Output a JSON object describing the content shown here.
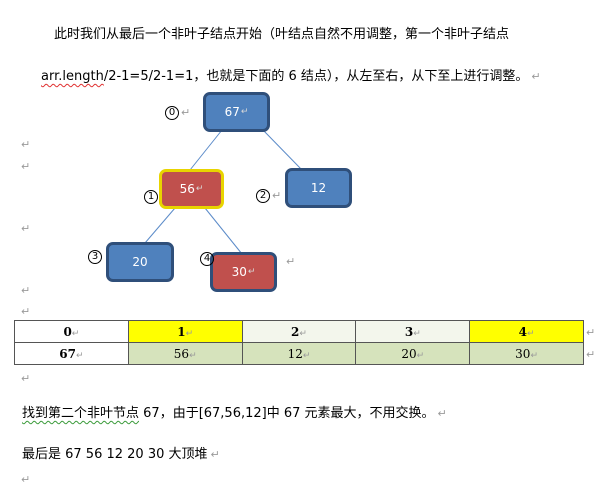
{
  "paragraphs": {
    "line1": "此时我们从最后一个非叶子结点开始（叶结点自然不用调整，第一个非叶子结点",
    "line2_a": "arr.length",
    "line2_b": "/2-1=5/2-1=1，也就是下面的 6 结点），从左至右，从下至上进行调整。",
    "line3_a": "找到第二个非叶节点",
    "line3_b": " 67，由于[67,56,12]中 67 元素最大，不用交换。",
    "line4": "最后是  67 56 12 20 30  大顶堆"
  },
  "paragraph_mark": "↵",
  "tree": {
    "nodes": [
      {
        "index_label": "0",
        "value": "67",
        "color": "#4f81bd"
      },
      {
        "index_label": "1",
        "value": "56",
        "color": "#c0504d",
        "border": "#e8d400"
      },
      {
        "index_label": "2",
        "value": "12",
        "color": "#4f81bd"
      },
      {
        "index_label": "3",
        "value": "20",
        "color": "#4f81bd"
      },
      {
        "index_label": "4",
        "value": "30",
        "color": "#c0504d"
      }
    ]
  },
  "table": {
    "headers": [
      "0",
      "1",
      "2",
      "3",
      "4"
    ],
    "values": [
      "67",
      "56",
      "12",
      "20",
      "30"
    ],
    "header_colors": [
      "#ffffff",
      "#ffff00",
      "#f3f6ec",
      "#f3f6ec",
      "#ffff00"
    ],
    "value_colors": [
      "#ffffff",
      "#d6e3bc",
      "#d6e3bc",
      "#d6e3bc",
      "#d6e3bc"
    ]
  }
}
